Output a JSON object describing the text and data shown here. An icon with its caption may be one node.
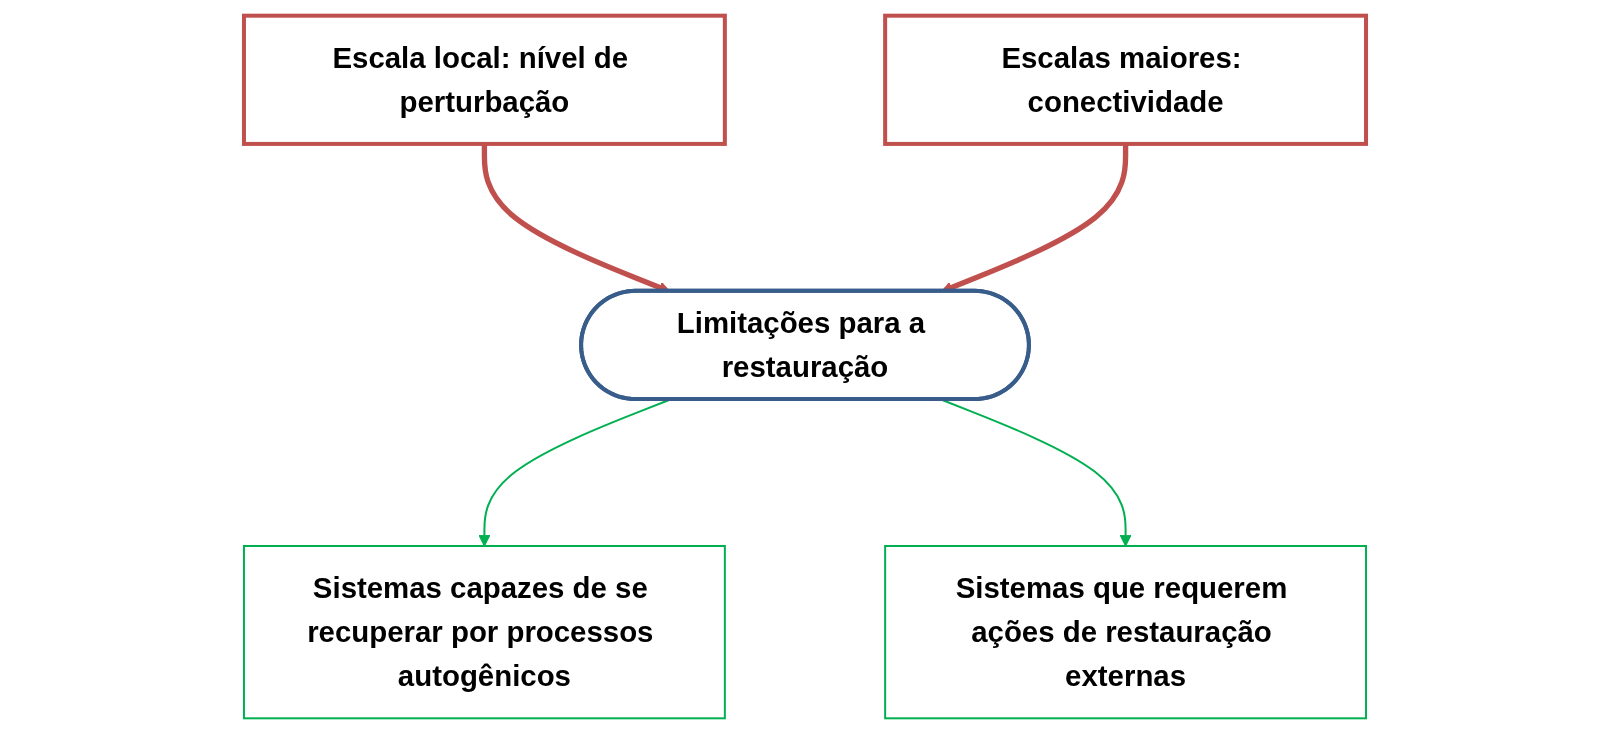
{
  "diagram": {
    "nodes": [
      {
        "text": [
          "Escala local: nível de perturbação"
        ]
      },
      {
        "text": [
          "Limitações para a restauração"
        ]
      },
      {
        "text": [
          "Escalas maiores: conectividade"
        ]
      },
      {
        "text": [
          "Sistemas capazes de se recuperar por processos autogênicos"
        ]
      },
      {
        "text": [
          "Sistemas que requerem ações de restauração externas"
        ]
      }
    ],
    "edges": [
      {
        "from": 0,
        "to": 1,
        "arrow": "to",
        "style": "thick",
        "color": "#c0504d"
      },
      {
        "from": 2,
        "to": 1,
        "arrow": "to",
        "style": "thick",
        "color": "#c0504d"
      },
      {
        "from": 1,
        "to": 3,
        "arrow": "to",
        "color": "#00b050"
      },
      {
        "from": 1,
        "to": 4,
        "arrow": "to",
        "color": "#00b050"
      }
    ]
  }
}
